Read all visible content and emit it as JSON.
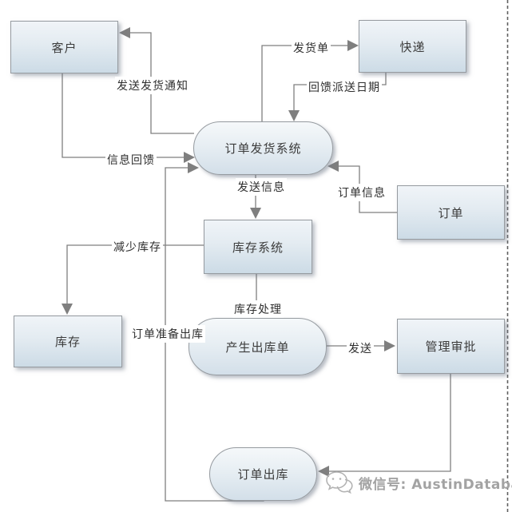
{
  "diagram": {
    "type": "data-flow-diagram",
    "nodes": {
      "customer": {
        "label": "客户",
        "shape": "rect"
      },
      "courier": {
        "label": "快递",
        "shape": "rect"
      },
      "shipping_system": {
        "label": "订单发货系统",
        "shape": "stadium"
      },
      "order": {
        "label": "订单",
        "shape": "rect"
      },
      "inventory_system": {
        "label": "库存系统",
        "shape": "rect"
      },
      "inventory": {
        "label": "库存",
        "shape": "rect"
      },
      "generate_outbound": {
        "label": "产生出库单",
        "shape": "stadium"
      },
      "management_approval": {
        "label": "管理审批",
        "shape": "rect"
      },
      "order_outbound": {
        "label": "订单出库",
        "shape": "stadium"
      }
    },
    "edges": [
      {
        "from": "shipping_system",
        "to": "customer",
        "label": "发送发货通知"
      },
      {
        "from": "customer",
        "to": "shipping_system",
        "label": "信息回馈"
      },
      {
        "from": "shipping_system",
        "to": "courier",
        "label": "发货单"
      },
      {
        "from": "courier",
        "to": "shipping_system",
        "label": "回馈派送日期"
      },
      {
        "from": "order",
        "to": "shipping_system",
        "label": "订单信息"
      },
      {
        "from": "shipping_system",
        "to": "inventory_system",
        "label": "发送信息"
      },
      {
        "from": "inventory_system",
        "to": "inventory",
        "label": "减少库存"
      },
      {
        "from": "inventory_system",
        "to": "generate_outbound",
        "label": "库存处理"
      },
      {
        "from": "generate_outbound",
        "to": "management_approval",
        "label": "发送"
      },
      {
        "from": "management_approval",
        "to": "order_outbound",
        "label": ""
      },
      {
        "from": "order_outbound",
        "to": "shipping_system",
        "label": "订单准备出库"
      }
    ],
    "watermark": {
      "icon": "wechat-icon",
      "text": "微信号: AustinDatabases"
    },
    "colors": {
      "node_fill_top": "#f0f4f8",
      "node_fill_bottom": "#ccdbe6",
      "node_border": "#969ba0",
      "line": "#7f7f7f",
      "text": "#3c3c3c",
      "watermark": "#a3a3a3",
      "page_border": "#606060"
    }
  }
}
